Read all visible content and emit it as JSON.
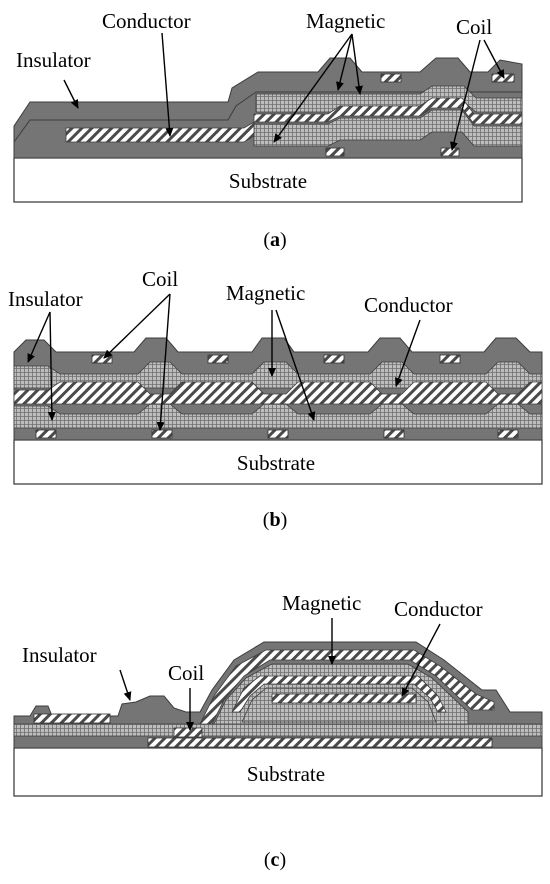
{
  "colors": {
    "insulator": "#757575",
    "insulator_edge": "#3d3d3d",
    "magnetic_bg": "#bdbdbd",
    "magnetic_grid": "#6e6e6e",
    "conductor_bg": "#ffffff",
    "conductor_hatch": "#4a4a4a",
    "substrate": "#ffffff",
    "line": "#333333",
    "arrow": "#000000"
  },
  "panel_a": {
    "labels": {
      "insulator": "Insulator",
      "conductor": "Conductor",
      "magnetic": "Magnetic",
      "coil": "Coil"
    },
    "substrate_label": "Substrate",
    "caption_letter": "a"
  },
  "panel_b": {
    "labels": {
      "insulator": "Insulator",
      "coil": "Coil",
      "magnetic": "Magnetic",
      "conductor": "Conductor"
    },
    "substrate_label": "Substrate",
    "caption_letter": "b"
  },
  "panel_c": {
    "labels": {
      "magnetic": "Magnetic",
      "conductor": "Conductor",
      "insulator": "Insulator",
      "coil": "Coil"
    },
    "substrate_label": "Substrate",
    "caption_letter": "c"
  }
}
